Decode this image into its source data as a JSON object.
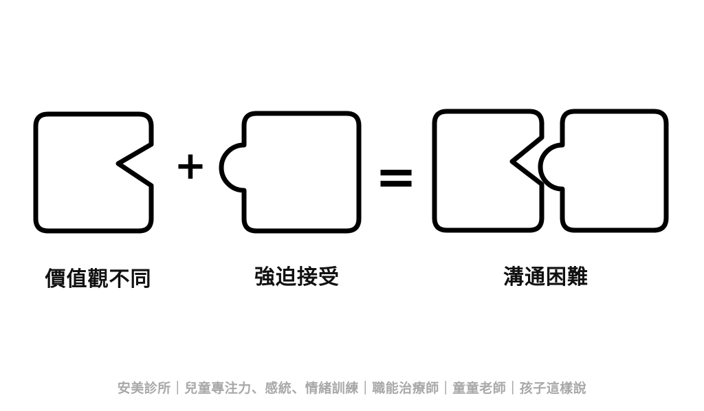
{
  "diagram": {
    "captions": {
      "left": "價值觀不同",
      "middle": "強迫接受",
      "right": "溝通困難"
    },
    "operators": {
      "plus": "+",
      "equals": "="
    }
  },
  "footer": {
    "text": "安美診所｜兒童專注力、感統、情緒訓練｜職能治療師｜童童老師｜孩子這樣說"
  },
  "colors": {
    "stroke": "#000000",
    "caption": "#111111",
    "footer": "#a8a8a8",
    "background": "#ffffff"
  }
}
